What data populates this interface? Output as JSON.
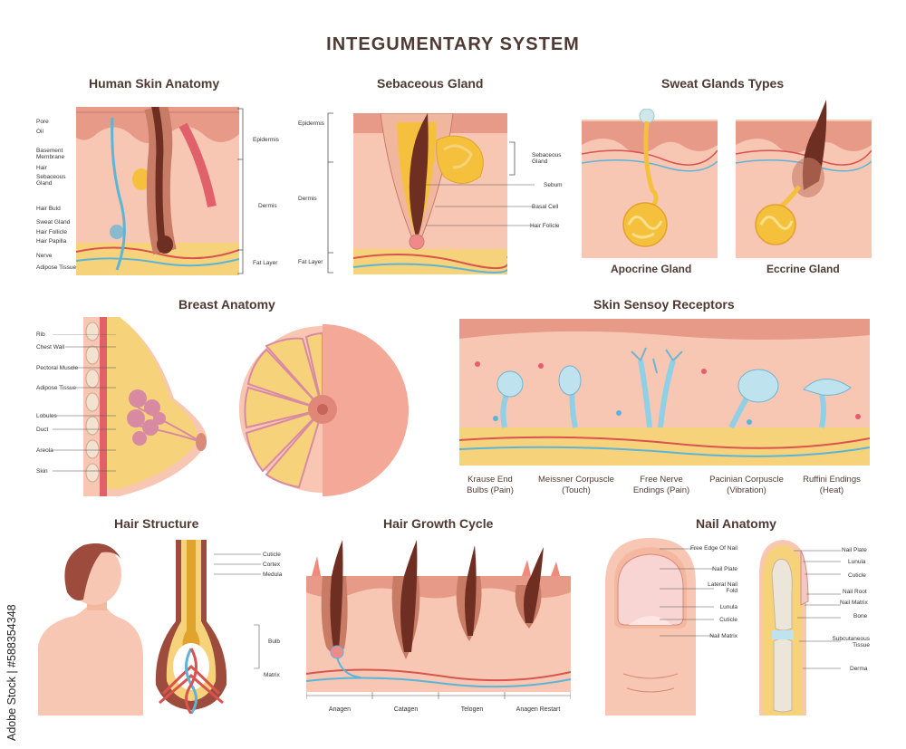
{
  "title": "INTEGUMENTARY SYSTEM",
  "panels": {
    "skin": {
      "title": "Human Skin Anatomy",
      "left_labels": [
        "Pore",
        "Oil",
        "Basement Membrane",
        "Hair",
        "Sebaceous Gland",
        "Hair Buld",
        "Sweat Gland",
        "Hair Follicle",
        "Hair Papilla",
        "Nerve",
        "Adipose Tissue"
      ],
      "right_labels": [
        "Epidermis",
        "Dermis",
        "Fat Layer"
      ]
    },
    "sebaceous": {
      "title": "Sebaceous Gland",
      "left_labels": [
        "Epidermis",
        "Dermis",
        "Fat Layer"
      ],
      "right_labels": [
        "Sebaceous Gland",
        "Sebum",
        "Basal Cell",
        "Hair Folicle"
      ]
    },
    "sweat": {
      "title": "Sweat Glands Types",
      "captions": [
        "Apocrine Gland",
        "Eccrine Gland"
      ]
    },
    "breast": {
      "title": "Breast Anatomy",
      "labels": [
        "Rib",
        "Chest Wall",
        "Pectoral Muscle",
        "Adipose Tissue",
        "Lobules",
        "Duct",
        "Areola",
        "Skin"
      ]
    },
    "receptors": {
      "title": "Skin Sensoy Receptors",
      "captions": [
        {
          "name": "Krause End",
          "sub": "Bulbs (Pain)"
        },
        {
          "name": "Meissner Corpuscle",
          "sub": "(Touch)"
        },
        {
          "name": "Free Nerve",
          "sub": "Endings (Pain)"
        },
        {
          "name": "Pacinian Corpuscle",
          "sub": "(Vibration)"
        },
        {
          "name": "Ruffini Endings",
          "sub": "(Heat)"
        }
      ]
    },
    "hair": {
      "title": "Hair Structure",
      "labels": [
        "Cuticle",
        "Cortex",
        "Medula",
        "Bulb",
        "Matrix"
      ]
    },
    "growth": {
      "title": "Hair Growth Cycle",
      "stages": [
        "Anagen",
        "Catagen",
        "Telogen",
        "Anagen Restart"
      ]
    },
    "nail": {
      "title": "Nail Anatomy",
      "left_labels": [
        "Free Edge Of Nail",
        "Nail Plate",
        "Lateral Nail Fold",
        "Lunula",
        "Cuticle",
        "Nail Matrix"
      ],
      "right_labels": [
        "Nail Plate",
        "Lunula",
        "Cuticle",
        "Nail Root",
        "Nail Matrix",
        "Bone",
        "Subcutaneous Tissue",
        "Derma"
      ]
    }
  },
  "watermark": "Adobe Stock | #588354348",
  "colors": {
    "skin": "#f4b8a0",
    "skin_light": "#fbd3c2",
    "dermis": "#f7c7b3",
    "epidermis": "#e89a88",
    "hair": "#6e2f22",
    "fat": "#f6d37a",
    "gland": "#f5c13d",
    "nerve": "#5bb5d9",
    "vessel": "#d9534f",
    "muscle": "#e0616a",
    "title_text": "#4f3a33"
  }
}
